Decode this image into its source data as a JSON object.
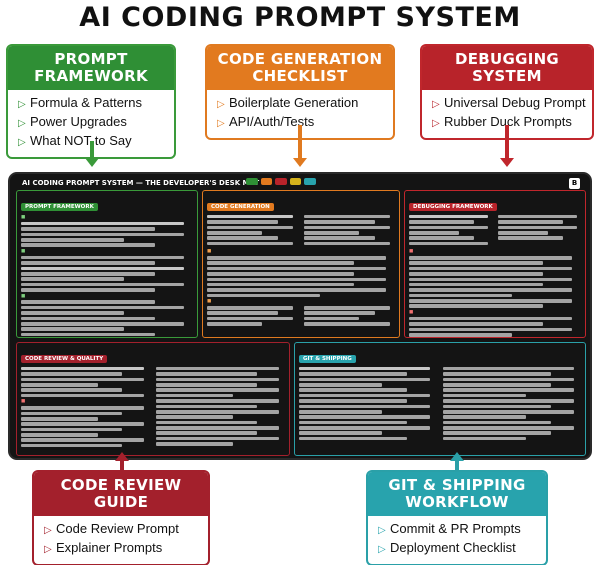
{
  "title": "AI CODING PROMPT SYSTEM",
  "callouts": {
    "prompt": {
      "heading_line1": "PROMPT",
      "heading_line2": "FRAMEWORK",
      "items": [
        "Formula & Patterns",
        "Power Upgrades",
        "What NOT to Say"
      ]
    },
    "codegen": {
      "heading_line1": "CODE GENERATION",
      "heading_line2": "CHECKLIST",
      "items": [
        "Boilerplate Generation",
        "API/Auth/Tests"
      ]
    },
    "debug": {
      "heading_line1": "DEBUGGING",
      "heading_line2": "SYSTEM",
      "items": [
        "Universal Debug Prompt",
        "Rubber Duck Prompts"
      ]
    },
    "review": {
      "heading_line1": "CODE REVIEW",
      "heading_line2": "GUIDE",
      "items": [
        "Code Review Prompt",
        "Explainer Prompts"
      ]
    },
    "git": {
      "heading_line1": "GIT & SHIPPING",
      "heading_line2": "WORKFLOW",
      "items": [
        "Commit & PR Prompts",
        "Deployment Checklist"
      ]
    }
  },
  "mat": {
    "title": "AI CODING PROMPT SYSTEM — THE DEVELOPER'S DESK MAT",
    "badge": "B",
    "panels": {
      "prompt": "PROMPT FRAMEWORK",
      "codegen": "CODE GENERATION",
      "debug": "DEBUGGING FRAMEWORK",
      "review": "CODE REVIEW & QUALITY",
      "git": "GIT & SHIPPING"
    }
  },
  "colors": {
    "green": "#2f8f35",
    "orange": "#e27a1f",
    "red": "#b8232a",
    "crimson": "#a3202c",
    "teal": "#28a3ad"
  }
}
